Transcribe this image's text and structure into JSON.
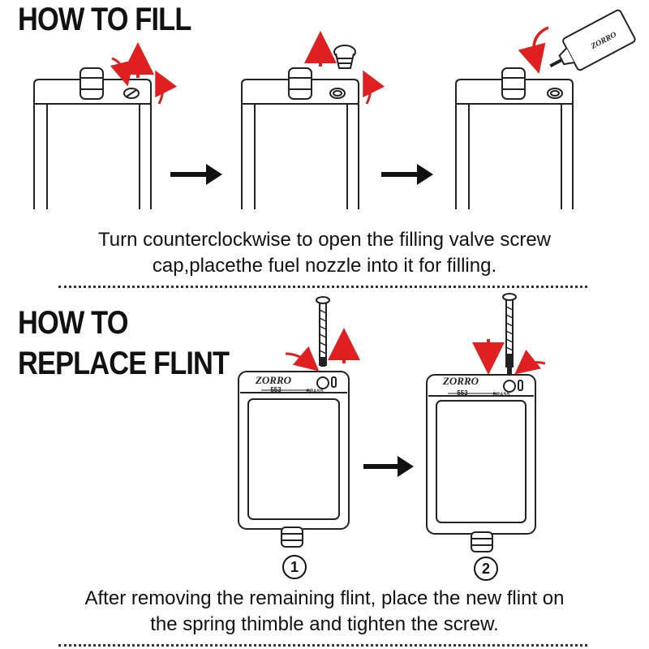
{
  "fill_section": {
    "heading": "HOW TO FILL",
    "caption_line1": "Turn counterclockwise to open the filling valve screw",
    "caption_line2": "cap,placethe fuel nozzle into it for filling."
  },
  "flint_section": {
    "heading_line1": "HOW TO",
    "heading_line2": "REPLACE FLINT",
    "lighter_brand": "ZORRO",
    "lighter_model": "553",
    "lighter_material": "BRASS",
    "step1_label": "1",
    "step2_label": "2",
    "caption_line1": "After removing the remaining flint, place the new flint on",
    "caption_line2": "the spring thimble and tighten the screw."
  },
  "fuel_can_label": "ZORRO",
  "colors": {
    "accent_red": "#e02020",
    "outline": "#222222"
  }
}
